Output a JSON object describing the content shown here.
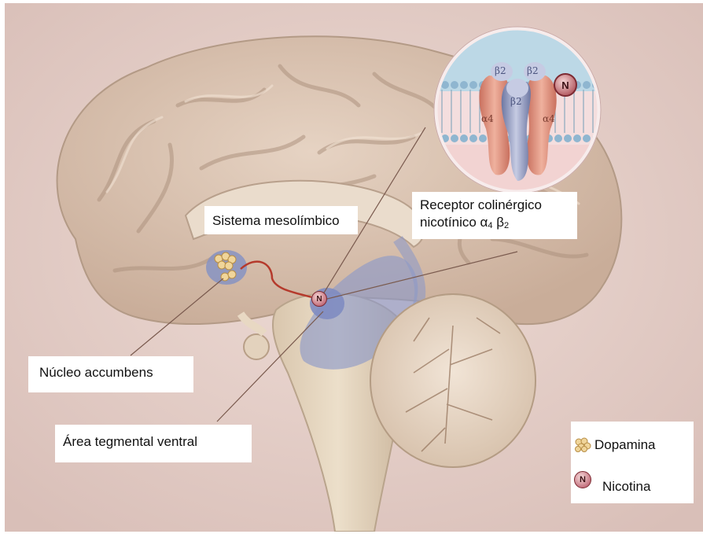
{
  "labels": {
    "mesolimbic": "Sistema mesolímbico",
    "receptor_line1": "Receptor colinérgico",
    "receptor_line2": "nicotínico α",
    "receptor_sub1": "4",
    "receptor_beta": " β",
    "receptor_sub2": "2",
    "accumbens": "Núcleo accumbens",
    "vta": "Área tegmental ventral"
  },
  "inset": {
    "subunits": [
      "β2",
      "β2",
      "β2",
      "α4",
      "α4"
    ],
    "nicotine_symbol": "N"
  },
  "nicotine_marker": "N",
  "legend": {
    "dopamine": "Dopamina",
    "nicotine": "Nicotina",
    "nicotine_symbol": "N"
  },
  "colors": {
    "background": "#e4cec8",
    "brain": "#d8c0aa",
    "dopamine_pathway": "#b53a2c",
    "receptor_pink": "#d98a78",
    "receptor_blue": "#8b95bd",
    "membrane": "#9fc3d9"
  }
}
